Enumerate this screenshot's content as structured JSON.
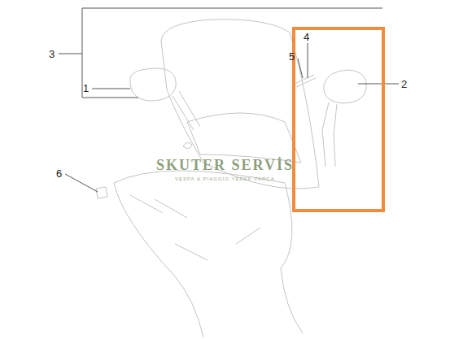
{
  "diagram": {
    "labels": [
      "3",
      "1",
      "4",
      "5",
      "2",
      "6",
      "SKUTER SERVİS",
      "VESPA & PIAGGIO YEDEK PARÇA"
    ]
  }
}
